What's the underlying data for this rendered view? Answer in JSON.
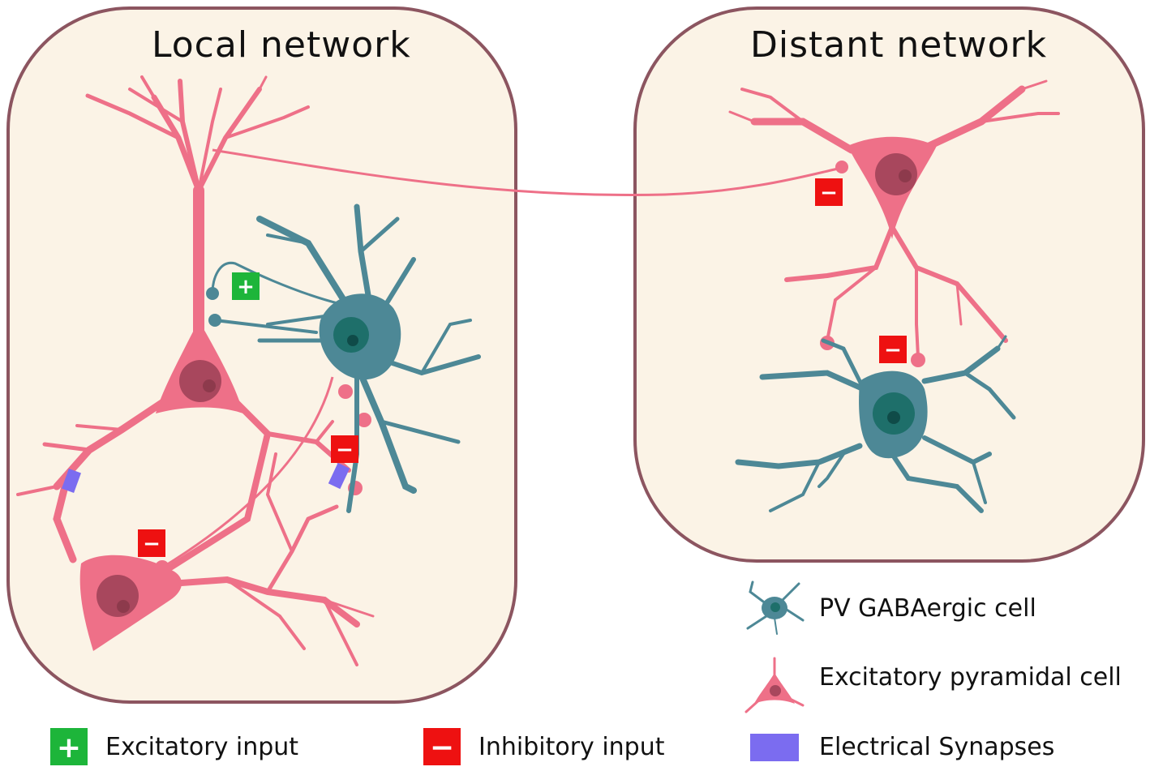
{
  "panels": {
    "local": {
      "title": "Local network"
    },
    "distant": {
      "title": "Distant network"
    }
  },
  "symbols": {
    "excitatory": "+",
    "inhibitory": "−"
  },
  "legend": {
    "pv_cell": "PV GABAergic cell",
    "pyramidal_cell": "Excitatory pyramidal cell",
    "excitatory_input": "Excitatory input",
    "inhibitory_input": "Inhibitory input",
    "electrical_synapses": "Electrical Synapses"
  },
  "colors": {
    "panel_fill": "#fbf3e6",
    "panel_border": "#8c5560",
    "pyramidal": "#ee7088",
    "pyramidal_nucleus": "#a8475d",
    "pv": "#4d8896",
    "pv_nucleus": "#1e6f6a",
    "excitatory": "#1db53a",
    "inhibitory": "#ee1111",
    "electrical": "#7b6cf0"
  }
}
